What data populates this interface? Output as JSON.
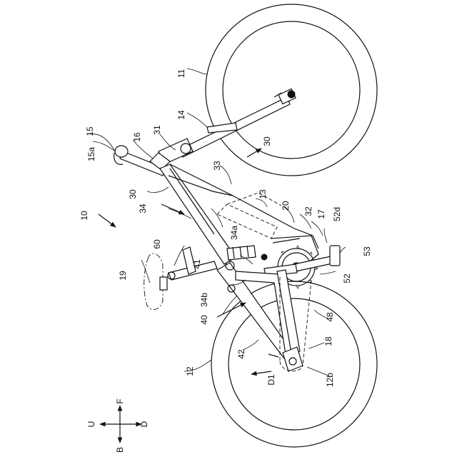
{
  "figure": {
    "labels": {
      "l10": "10",
      "l11": "11",
      "l12": "12",
      "l12b": "12b",
      "l13": "13",
      "l14": "14",
      "l15": "15",
      "l15a": "15a",
      "l16": "16",
      "l17": "17",
      "l18": "18",
      "l19": "19",
      "l20": "20",
      "l30a": "30",
      "l30b": "30",
      "l31": "31",
      "l32": "32",
      "l33": "33",
      "l34": "34",
      "l34a": "34a",
      "l34b": "34b",
      "l40": "40",
      "l41": "41",
      "l42": "42",
      "l48": "48",
      "l52": "52",
      "l52d": "52d",
      "l53": "53",
      "l60": "60",
      "lD1": "D1"
    },
    "direction_legend": {
      "up": "U",
      "down": "D",
      "front": "F",
      "back": "B"
    }
  }
}
